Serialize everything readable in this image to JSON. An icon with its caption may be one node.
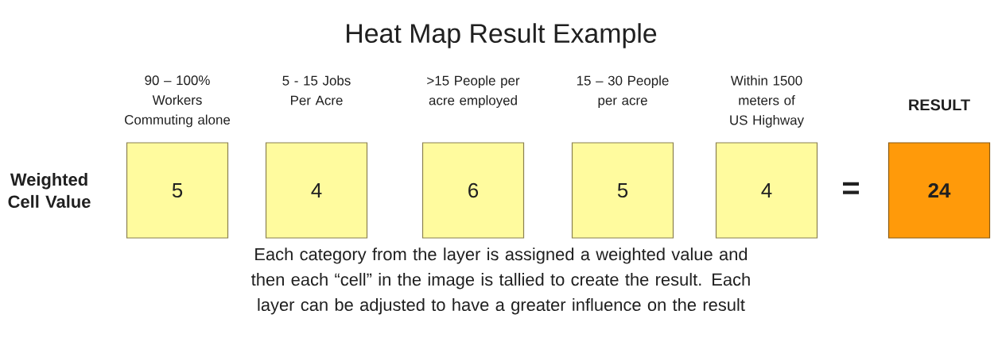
{
  "diagram": {
    "title": "Heat Map Result Example",
    "nodes": [
      {
        "text": [
          "5"
        ],
        "beside": [
          "90 – 100% Workers Commuting alone"
        ]
      },
      {
        "text": [
          "4"
        ],
        "beside": [
          "5 - 15 Jobs Per Acre"
        ]
      },
      {
        "text": [
          "6"
        ],
        "beside": [
          ">15 People per acre employed"
        ]
      },
      {
        "text": [
          "5"
        ],
        "beside": [
          "15 – 30 People per acre"
        ]
      },
      {
        "text": [
          "4"
        ],
        "beside": [
          "Within 1500 meters of US Highway"
        ]
      },
      {
        "text": [
          "24"
        ],
        "beside": [
          "RESULT"
        ]
      }
    ],
    "labels": [
      "Weighted Cell Value",
      "="
    ],
    "caption": "Each category from the layer is assigned a weighted value and then each “cell” in the image is tallied to create the result. Each layer can be adjusted to have a greater influence on the result"
  }
}
